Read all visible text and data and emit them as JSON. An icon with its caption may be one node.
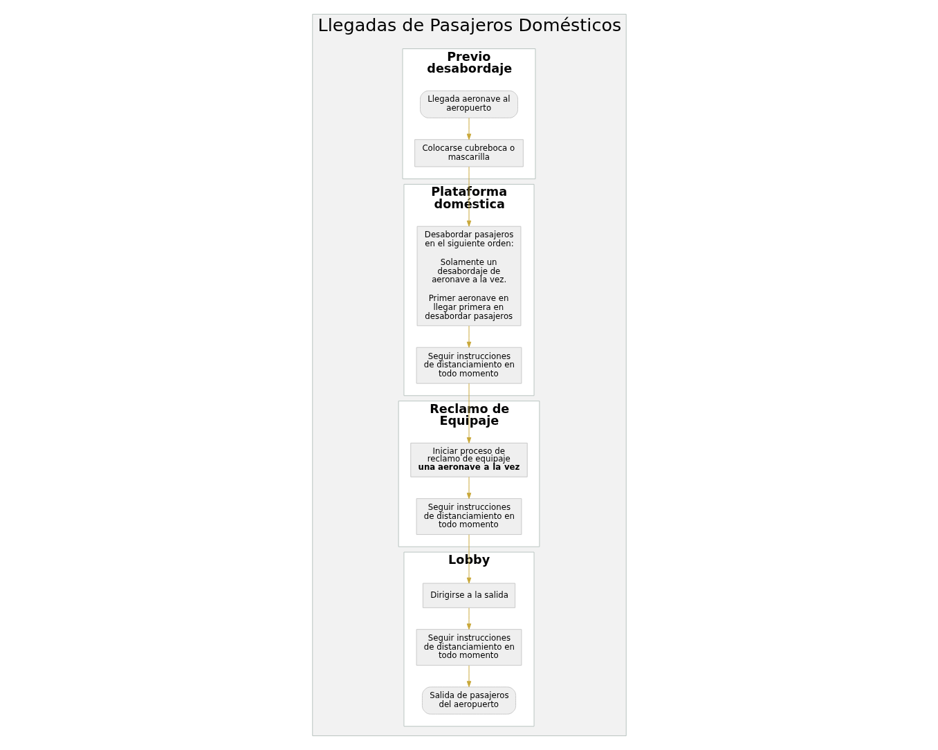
{
  "diagram": {
    "nodes": [
      {
        "text": [
          "Llegadas de Pasajeros Domésticos"
        ]
      },
      {
        "text": [
          "Previo desabordaje"
        ],
        "in": 0
      },
      {
        "text": [
          "Plataforma doméstica"
        ],
        "in": 0
      },
      {
        "text": [
          "Reclamo de Equipaje"
        ],
        "in": 0
      },
      {
        "text": [
          "Lobby"
        ],
        "in": 0
      },
      {
        "text": [
          "Llegada aeronave al aeropuerto"
        ],
        "in": 1
      },
      {
        "text": [
          "Colocarse cubreboca o mascarilla"
        ],
        "in": 1
      },
      {
        "text": [
          "Desabordar pasajeros en el siguiente orden:",
          "Solamente un desabordaje de aeronave a la vez.",
          "Primer aeronave en llegar primera en desabordar pasajeros"
        ],
        "in": 2
      },
      {
        "text": [
          "Seguir instrucciones de distanciamiento en todo momento"
        ],
        "in": 2
      },
      {
        "text": [
          "Iniciar proceso de reclamo de equipaje **una aeronave a la vez**"
        ],
        "in": 3
      },
      {
        "text": [
          "Seguir instrucciones de distanciamiento en todo momento"
        ],
        "in": 3
      },
      {
        "text": [
          "Dirigirse a la salida"
        ],
        "in": 4
      },
      {
        "text": [
          "Seguir instrucciones de distanciamiento en todo momento"
        ],
        "in": 4
      },
      {
        "text": [
          "Salida de pasajeros del aeropuerto"
        ],
        "in": 4
      }
    ],
    "edges": [
      {
        "from": 5,
        "to": 6,
        "arrow": "to"
      },
      {
        "from": 6,
        "to": 7,
        "arrow": "to"
      },
      {
        "from": 7,
        "to": 8,
        "arrow": "to"
      },
      {
        "from": 8,
        "to": 9,
        "arrow": "to"
      },
      {
        "from": 9,
        "to": 10,
        "arrow": "to"
      },
      {
        "from": 10,
        "to": 11,
        "arrow": "to"
      },
      {
        "from": 11,
        "to": 12,
        "arrow": "to"
      },
      {
        "from": 12,
        "to": 13,
        "arrow": "to"
      }
    ]
  }
}
